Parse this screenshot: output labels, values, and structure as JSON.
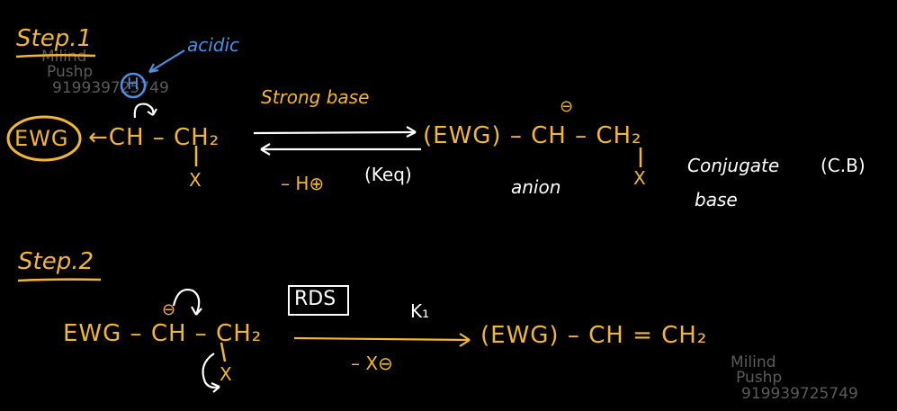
{
  "step1": {
    "label": "Step.1",
    "acidic_label": "acidic",
    "h_atom": "H",
    "ewg_circled": "EWG",
    "reactant_chain": "←CH – CH₂",
    "reactant_x": "X",
    "reagent_top": "Strong base",
    "reagent_bottom": "– H⊕",
    "keq": "(Keq)",
    "product": "(EWG) – CH – CH₂",
    "product_charge": "⊖",
    "product_x": "X",
    "anion_label": "anion",
    "conjugate_label": "Conjugate",
    "base_label": "base",
    "cb_label": "(C.B)"
  },
  "step2": {
    "label": "Step.2",
    "reactant": "EWG – CH – CH₂",
    "reactant_charge": "⊖",
    "reactant_x": "X",
    "rds_label": "RDS",
    "rate_label": "K₁",
    "leaving": "– X⊖",
    "product": "(EWG) – CH = CH₂"
  },
  "watermark": {
    "name1": "Milind",
    "name2": "Pushp",
    "phone": "919939725749"
  },
  "colors": {
    "ink_yellow": "#f2b632",
    "ink_white": "#ffffff",
    "ink_blue": "#4a90e2",
    "background": "#000000"
  }
}
